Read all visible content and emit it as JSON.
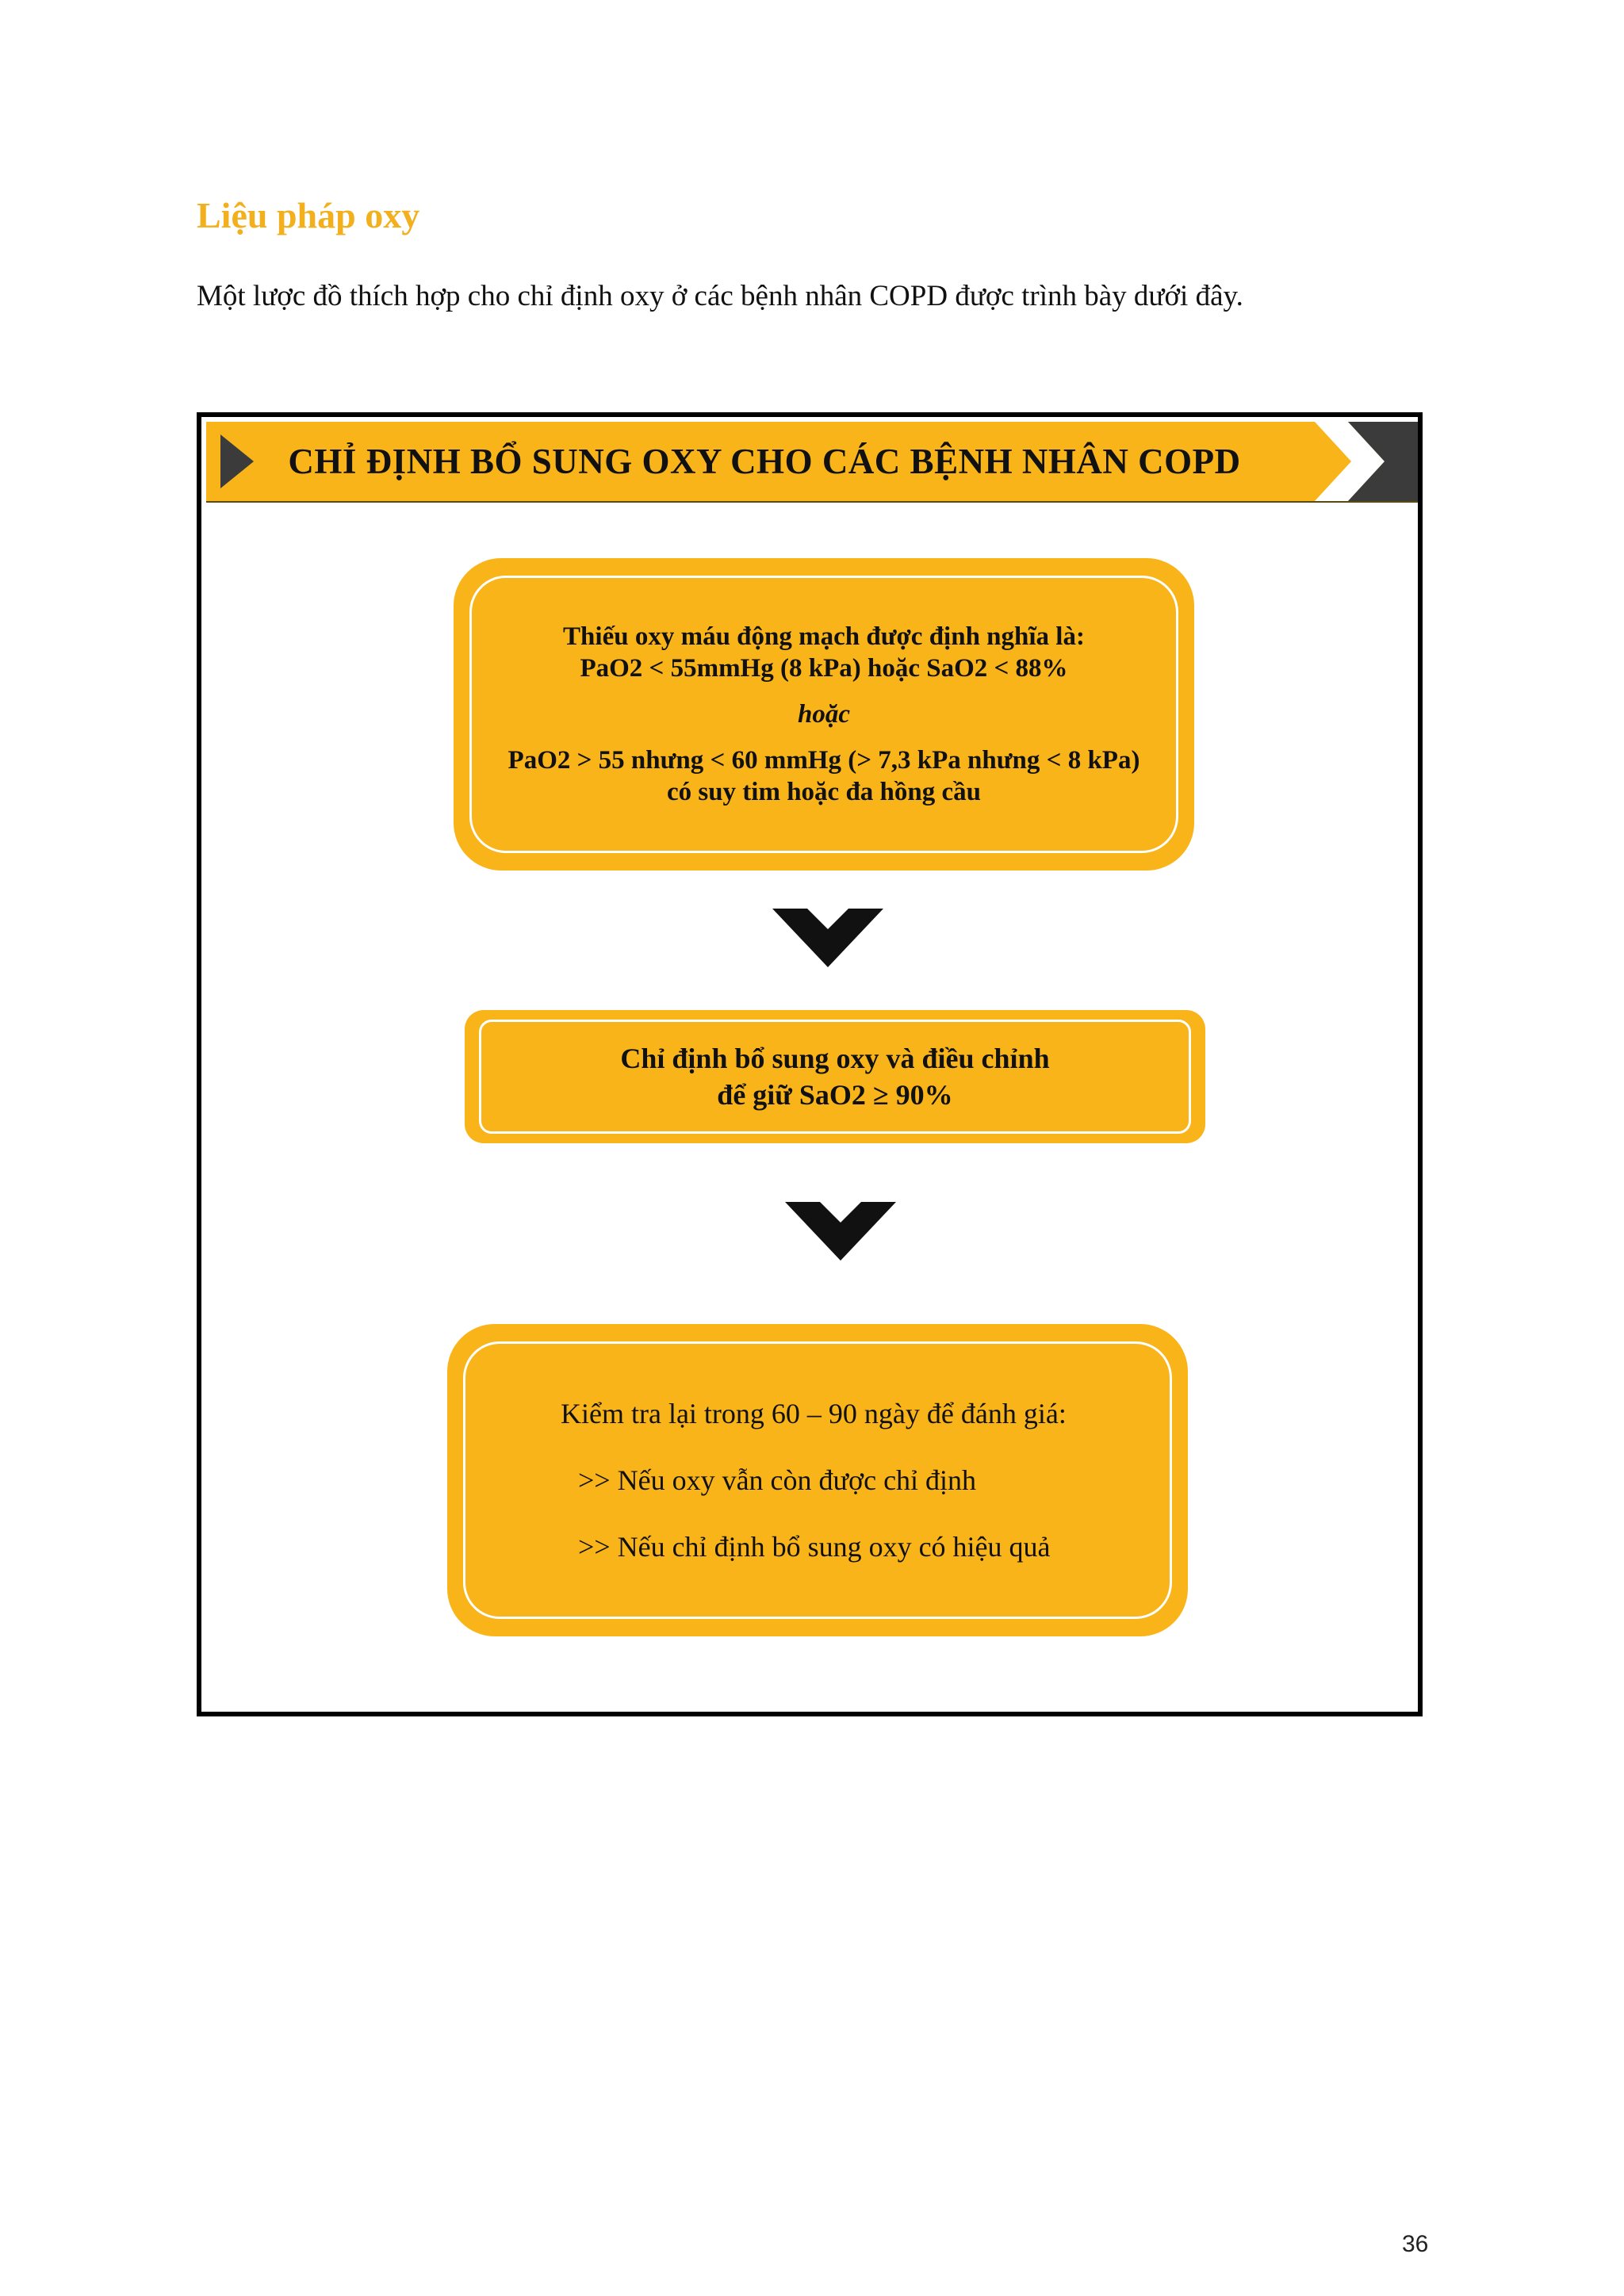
{
  "section_title": "Liệu pháp oxy",
  "intro": "Một lược đồ thích hợp cho chỉ định oxy ở các bệnh nhân COPD được trình bày dưới đây.",
  "diagram": {
    "banner_title": "CHỈ ĐỊNH BỔ SUNG OXY CHO CÁC BỆNH NHÂN COPD",
    "box1": {
      "line1": "Thiếu oxy máu động mạch được định nghĩa là:",
      "line2": "PaO2 < 55mmHg (8 kPa) hoặc SaO2 < 88%",
      "or": "hoặc",
      "line3": "PaO2 > 55 nhưng < 60 mmHg (> 7,3 kPa nhưng < 8 kPa)",
      "line4": "có suy tim hoặc đa hồng cầu"
    },
    "box2": {
      "line1": "Chỉ định bổ sung oxy và điều chỉnh",
      "line2": "để giữ SaO2 ≥ 90%"
    },
    "box3": {
      "line1": "Kiểm tra lại trong 60 – 90 ngày để đánh giá:",
      "item1": ">> Nếu oxy vẫn còn được chỉ định",
      "item2": ">> Nếu chỉ định bổ sung oxy có hiệu quả"
    },
    "colors": {
      "accent": "#F9B419",
      "title": "#F2B01E",
      "chevron": "#111111",
      "dark": "#3b3b3b"
    }
  },
  "page_number": "36"
}
